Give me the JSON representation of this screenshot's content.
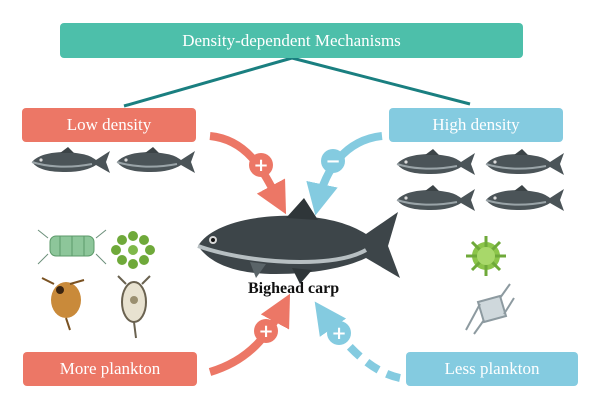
{
  "title": "Density-dependent Mechanisms",
  "nodes": {
    "low_density": "Low density",
    "high_density": "High density",
    "more_plankton": "More plankton",
    "less_plankton": "Less plankton",
    "center": "Bighead carp"
  },
  "effects": {
    "low_density": "+",
    "high_density": "−",
    "more_plankton": "+",
    "less_plankton": "+"
  },
  "colors": {
    "title_box": "#4dbfaa",
    "connector": "#1a7f80",
    "positive_arrow": "#ec7766",
    "negative_arrow": "#84cbe0"
  },
  "icons": [
    "fish-icon",
    "plankton-icon"
  ]
}
